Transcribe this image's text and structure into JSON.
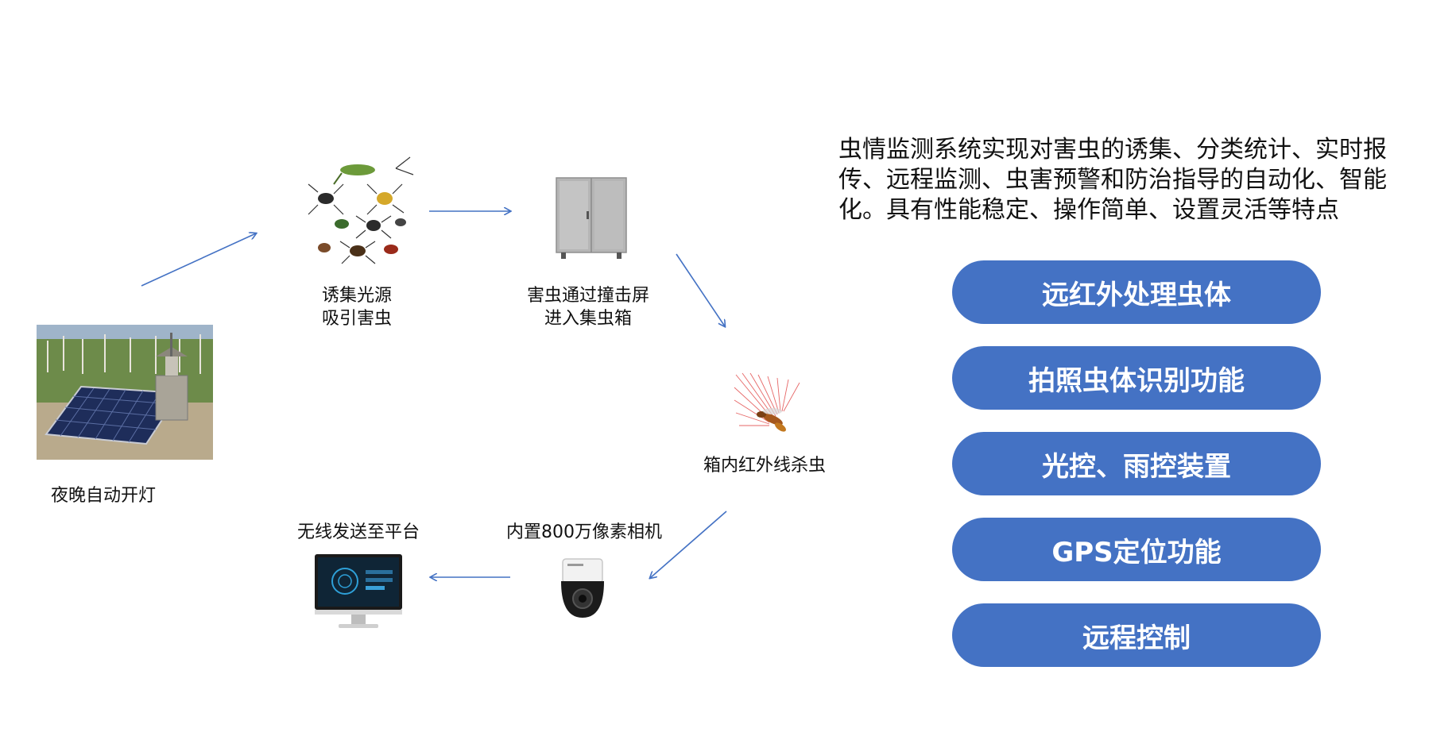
{
  "process": {
    "steps": [
      {
        "lines": [
          "夜晚自动开灯"
        ]
      },
      {
        "lines": [
          "诱集光源",
          "吸引害虫"
        ]
      },
      {
        "lines": [
          "害虫通过撞击屏",
          "进入集虫箱"
        ]
      },
      {
        "lines": [
          "箱内红外线杀虫"
        ]
      },
      {
        "lines": [
          "内置800万像素相机"
        ]
      },
      {
        "lines": [
          "无线发送至平台"
        ]
      }
    ]
  },
  "intro": {
    "text": "虫情监测系统实现对害虫的诱集、分类统计、实时报传、远程监测、虫害预警和防治指导的自动化、智能化。具有性能稳定、操作简单、设置灵活等特点"
  },
  "features": [
    {
      "label": "远红外处理虫体"
    },
    {
      "label": "拍照虫体识别功能"
    },
    {
      "label": "光控、雨控装置"
    },
    {
      "label": "GPS定位功能"
    },
    {
      "label": "远程控制"
    }
  ],
  "colors": {
    "accent": "#4472c4",
    "arrow": "#4472c4"
  }
}
